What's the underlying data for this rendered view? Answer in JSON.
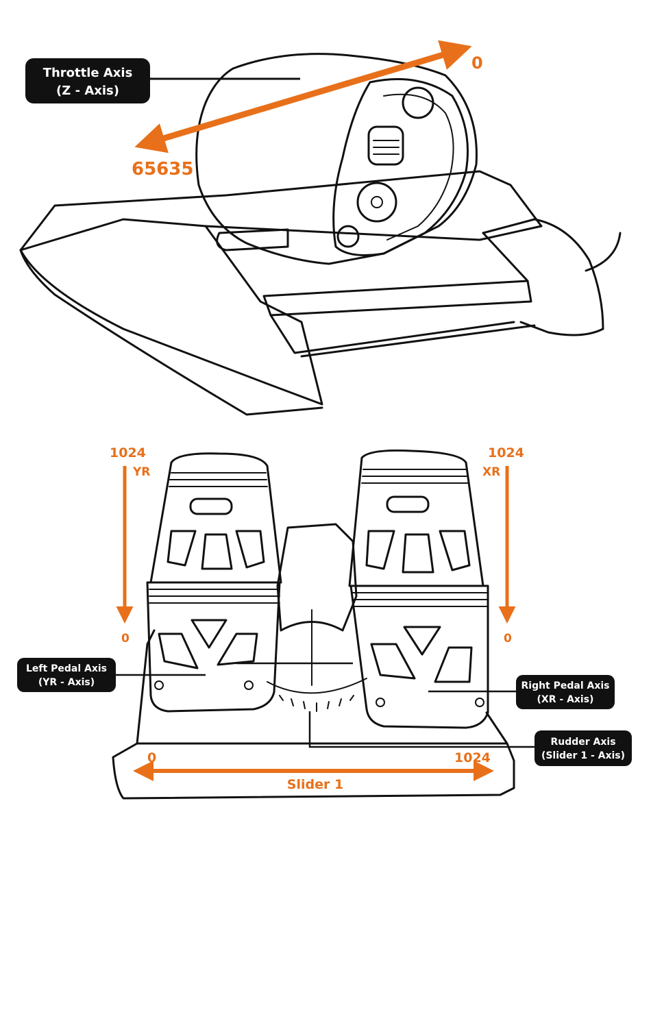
{
  "colors": {
    "accent": "#e8701a",
    "callout_bg": "#111111",
    "callout_text": "#ffffff",
    "body_gray": "#d8d8d8",
    "outline": "#111111"
  },
  "throttle": {
    "callout_line1": "Throttle Axis",
    "callout_line2": "(Z - Axis)",
    "max_label": "0",
    "min_label": "65635"
  },
  "pedals": {
    "left": {
      "top_value": "1024",
      "axis_name": "YR",
      "bottom_value": "0",
      "callout_line1": "Left Pedal Axis",
      "callout_line2": "(YR - Axis)"
    },
    "right": {
      "top_value": "1024",
      "axis_name": "XR",
      "bottom_value": "0",
      "callout_line1": "Right Pedal Axis",
      "callout_line2": "(XR - Axis)"
    },
    "rudder": {
      "callout_line1": "Rudder Axis",
      "callout_line2": "(Slider 1 - Axis)",
      "left_value": "0",
      "right_value": "1024",
      "slider_label": "Slider 1"
    }
  }
}
